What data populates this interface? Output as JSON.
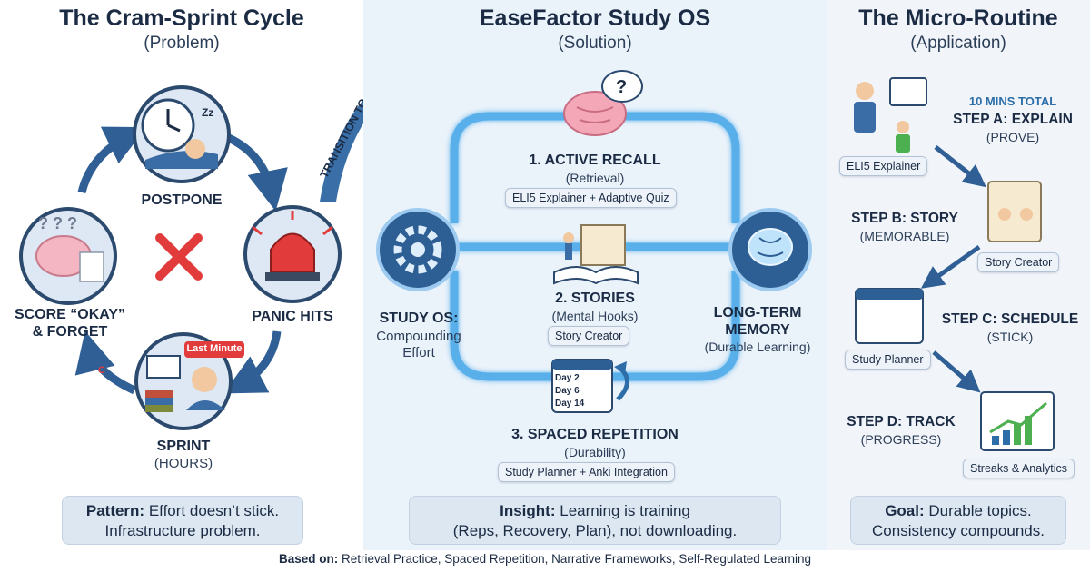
{
  "colors": {
    "navy": "#1b2b44",
    "accent": "#2c6ea8",
    "left_bg": "#ffffff",
    "mid_bg": "#eaf2fa",
    "right_bg": "#f1f5fa",
    "red": "#e23b3b",
    "glow": "#4aa8e8"
  },
  "left": {
    "title": "The Cram-Sprint Cycle",
    "subtitle": "(Problem)",
    "postpone": "POSTPONE",
    "panic": "PANIC HITS",
    "sprint": "SPRINT",
    "sprint_sub": "(HOURS)",
    "score_line1": "SCORE “OKAY”",
    "score_line2": "& FORGET",
    "last_minute": "Last Minute",
    "grade": "C",
    "foot_bold": "Pattern:",
    "foot_text1": "Effort doesn’t stick.",
    "foot_text2": "Infrastructure problem."
  },
  "transition": {
    "label": "TRANSITION TO SYSTEM"
  },
  "middle": {
    "title": "EaseFactor Study OS",
    "subtitle": "(Solution)",
    "step1_title": "1. ACTIVE RECALL",
    "step1_sub": "(Retrieval)",
    "step1_chip": "ELI5 Explainer + Adaptive Quiz",
    "step2_title": "2. STORIES",
    "step2_sub": "(Mental Hooks)",
    "step2_chip": "Story Creator",
    "step3_title": "3. SPACED REPETITION",
    "step3_sub": "(Durability)",
    "step3_chip": "Study Planner + Anki Integration",
    "hub_left_line1": "STUDY OS:",
    "hub_left_line2": "Compounding",
    "hub_left_line3": "Effort",
    "hub_right_line1": "LONG-TERM",
    "hub_right_line2": "MEMORY",
    "hub_right_line3": "(Durable Learning)",
    "calendar_days": [
      "Day 2",
      "Day 6",
      "Day 14"
    ],
    "foot_bold": "Insight:",
    "foot_text1": "Learning is training",
    "foot_text2": "(Reps, Recovery, Plan), not downloading."
  },
  "right": {
    "title": "The Micro-Routine",
    "subtitle": "(Application)",
    "total": "10 MINS TOTAL",
    "stepA": "STEP A: EXPLAIN",
    "stepA_sub": "(PROVE)",
    "chipA": "ELI5 Explainer",
    "stepB": "STEP B: STORY",
    "stepB_sub": "(MEMORABLE)",
    "chipB": "Story Creator",
    "stepC": "STEP C: SCHEDULE",
    "stepC_sub": "(STICK)",
    "chipC": "Study Planner",
    "stepD": "STEP D: TRACK",
    "stepD_sub": "(PROGRESS)",
    "chipD": "Streaks & Analytics",
    "foot_bold": "Goal:",
    "foot_text1": "Durable topics.",
    "foot_text2": "Consistency compounds."
  },
  "footer": {
    "bold": "Based on:",
    "text": "Retrieval Practice, Spaced Repetition, Narrative Frameworks, Self-Regulated Learning"
  }
}
